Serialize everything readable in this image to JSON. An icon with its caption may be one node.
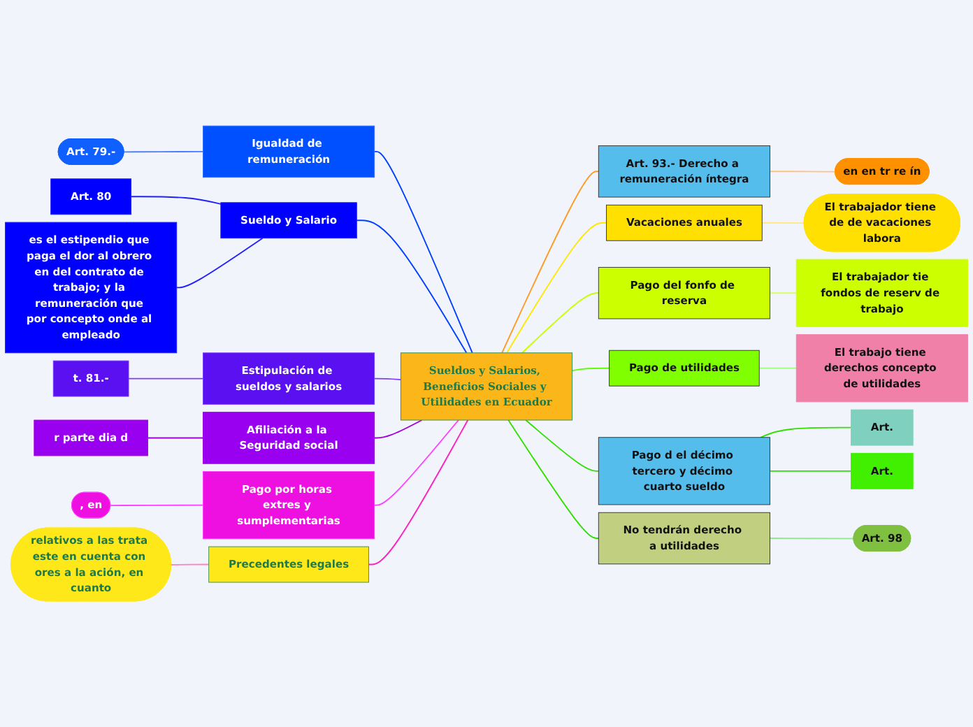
{
  "diagram": {
    "nodes": [
      {
        "text": [
          "Sueldos y Salarios, Beneficios Sociales y Utilidades en Ecuador"
        ]
      },
      {
        "text": [
          "Igualdad de remuneración"
        ]
      },
      {
        "text": [
          "Art. 79.-"
        ]
      },
      {
        "text": [
          "Sueldo y Salario"
        ]
      },
      {
        "text": [
          "Art. 80"
        ]
      },
      {
        "text": [
          "es el estipendio que paga el dor al obrero en del contrato de trabajo; y la remuneración que por concepto onde al empleado"
        ]
      },
      {
        "text": [
          "Estipulación de sueldos y salarios"
        ]
      },
      {
        "text": [
          "t. 81.-"
        ]
      },
      {
        "text": [
          "Afiliación a la Seguridad social"
        ]
      },
      {
        "text": [
          "r parte dia d"
        ]
      },
      {
        "text": [
          "Pago por horas extres y sumplementarias"
        ]
      },
      {
        "text": [
          ", en"
        ]
      },
      {
        "text": [
          "Precedentes legales"
        ]
      },
      {
        "text": [
          "relativos a las trata este en cuenta con ores a la ación, en cuanto"
        ]
      },
      {
        "text": [
          "Art. 93.- Derecho a remuneración íntegra"
        ]
      },
      {
        "text": [
          "en en tr re ín"
        ]
      },
      {
        "text": [
          "Vacaciones anuales"
        ]
      },
      {
        "text": [
          "El trabajador tiene de de vacaciones labora"
        ]
      },
      {
        "text": [
          "Pago del fonfo de reserva"
        ]
      },
      {
        "text": [
          "El trabajador tie fondos de reserv de trabajo"
        ]
      },
      {
        "text": [
          "Pago de utilidades"
        ]
      },
      {
        "text": [
          "El trabajo tiene derechos concepto de utilidades"
        ]
      },
      {
        "text": [
          "Pago d el décimo tercero y décimo cuarto sueldo"
        ]
      },
      {
        "text": [
          "Art."
        ]
      },
      {
        "text": [
          "Art."
        ]
      },
      {
        "text": [
          "No tendrán derecho a utilidades"
        ]
      },
      {
        "text": [
          "Art. 98"
        ]
      }
    ],
    "edges": [
      {
        "from": 2,
        "to": 1,
        "arrow": "none",
        "color": "#4a7dff"
      },
      {
        "from": 1,
        "to": 0,
        "arrow": "none",
        "color": "#0040ff"
      },
      {
        "from": 4,
        "to": 3,
        "arrow": "none",
        "color": "#2020ff"
      },
      {
        "from": 5,
        "to": 3,
        "arrow": "none",
        "color": "#2020ff"
      },
      {
        "from": 3,
        "to": 0,
        "arrow": "none",
        "color": "#0040ff"
      },
      {
        "from": 7,
        "to": 6,
        "arrow": "none",
        "color": "#7b3cff"
      },
      {
        "from": 6,
        "to": 0,
        "arrow": "none",
        "color": "#7b3cff"
      },
      {
        "from": 9,
        "to": 8,
        "arrow": "none",
        "color": "#a000e0"
      },
      {
        "from": 8,
        "to": 0,
        "arrow": "none",
        "color": "#a000e0"
      },
      {
        "from": 11,
        "to": 10,
        "arrow": "none",
        "color": "#ff40ff"
      },
      {
        "from": 10,
        "to": 0,
        "arrow": "none",
        "color": "#ff40ff"
      },
      {
        "from": 13,
        "to": 12,
        "arrow": "none",
        "color": "#ff80c0"
      },
      {
        "from": 12,
        "to": 0,
        "arrow": "none",
        "color": "#ff20c0"
      },
      {
        "from": 0,
        "to": 14,
        "arrow": "none",
        "color": "#ff9a20"
      },
      {
        "from": 14,
        "to": 15,
        "arrow": "none",
        "color": "#ffc080"
      },
      {
        "from": 0,
        "to": 16,
        "arrow": "none",
        "color": "#ffe800"
      },
      {
        "from": 16,
        "to": 17,
        "arrow": "none",
        "color": "#ffe880"
      },
      {
        "from": 0,
        "to": 18,
        "arrow": "none",
        "color": "#c8ff00"
      },
      {
        "from": 18,
        "to": 19,
        "arrow": "none",
        "color": "#d8ff60"
      },
      {
        "from": 0,
        "to": 20,
        "arrow": "none",
        "color": "#60ff00"
      },
      {
        "from": 20,
        "to": 21,
        "arrow": "none",
        "color": "#a0ff80"
      },
      {
        "from": 0,
        "to": 22,
        "arrow": "none",
        "color": "#30e000"
      },
      {
        "from": 22,
        "to": 23,
        "arrow": "none",
        "color": "#30e000"
      },
      {
        "from": 22,
        "to": 24,
        "arrow": "none",
        "color": "#30e000"
      },
      {
        "from": 0,
        "to": 25,
        "arrow": "none",
        "color": "#30e000"
      },
      {
        "from": 25,
        "to": 26,
        "arrow": "none",
        "color": "#90e890"
      }
    ]
  }
}
